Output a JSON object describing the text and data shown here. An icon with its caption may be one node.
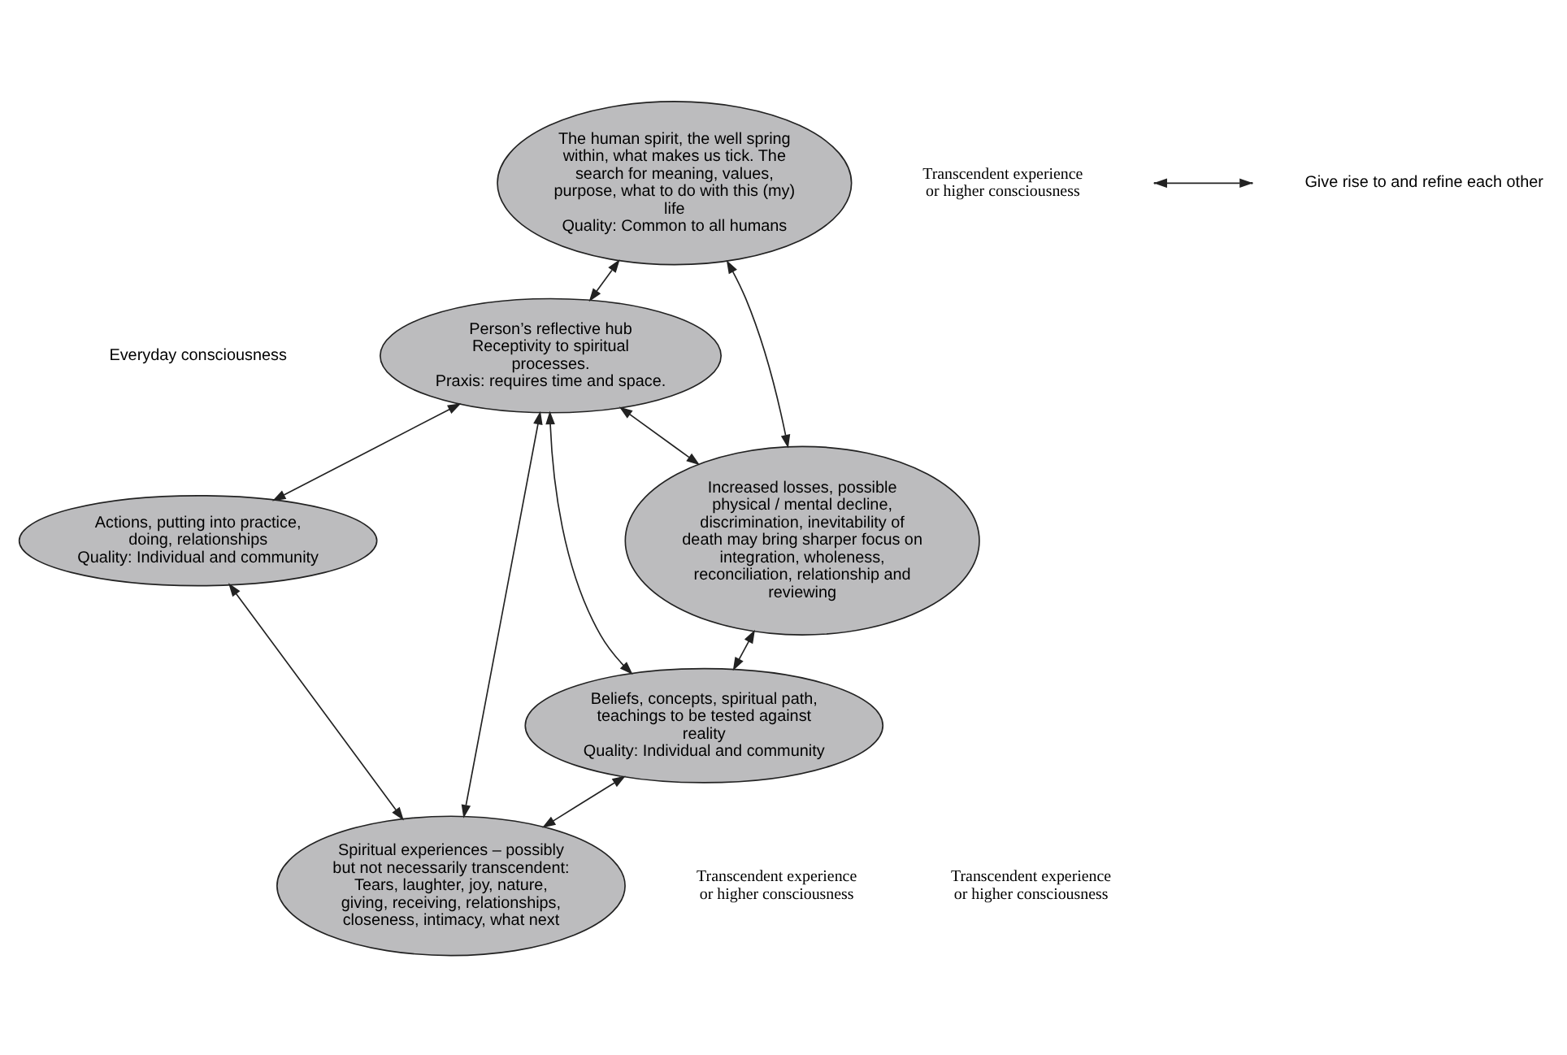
{
  "diagram": {
    "nodes": [
      {
        "text": [
          "The human spirit, the well spring within, what makes us tick. The search for meaning, values, purpose, what to do with this (my) life",
          "Quality: Common to all humans"
        ]
      },
      {
        "text": [
          "Increased losses, possible physical / mental decline, discrimination, inevitability of death may bring sharper focus on integration, wholeness, reconciliation, relationship and reviewing"
        ]
      },
      {
        "text": [
          "Actions, putting into practice, doing, relationships",
          "Quality: Individual and community"
        ]
      },
      {
        "text": [
          "Person’s reflective hub Receptivity to spiritual processes.",
          "Praxis: requires time and space."
        ]
      },
      {
        "text": [
          "Beliefs, concepts, spiritual path, teachings to be tested against reality",
          "Quality: Individual and community"
        ]
      },
      {
        "text": [
          "Spiritual experiences – possibly but not necessarily transcendent:",
          "Tears, laughter, joy, nature, giving, receiving, relationships, closeness, intimacy, what next"
        ]
      }
    ],
    "edges": [
      {
        "from": 1,
        "to": 0,
        "arrow": "both"
      },
      {
        "from": 0,
        "to": 3,
        "arrow": "both"
      },
      {
        "from": 3,
        "to": 2,
        "arrow": "both"
      },
      {
        "from": 1,
        "to": 3,
        "arrow": "both"
      },
      {
        "from": 1,
        "to": 4,
        "arrow": "both"
      },
      {
        "from": 4,
        "to": 3,
        "arrow": "both"
      },
      {
        "from": 3,
        "to": 5,
        "arrow": "both"
      },
      {
        "from": 4,
        "to": 5,
        "arrow": "both"
      },
      {
        "from": 2,
        "to": 5,
        "arrow": "both"
      }
    ],
    "labels": [
      "Transcendent experience or higher consciousness",
      "Everyday consciousness",
      "Transcendent experience or higher consciousness",
      "Transcendent experience or higher consciousness"
    ],
    "legend": [
      {
        "text": "Give rise to and refine each other"
      }
    ]
  }
}
